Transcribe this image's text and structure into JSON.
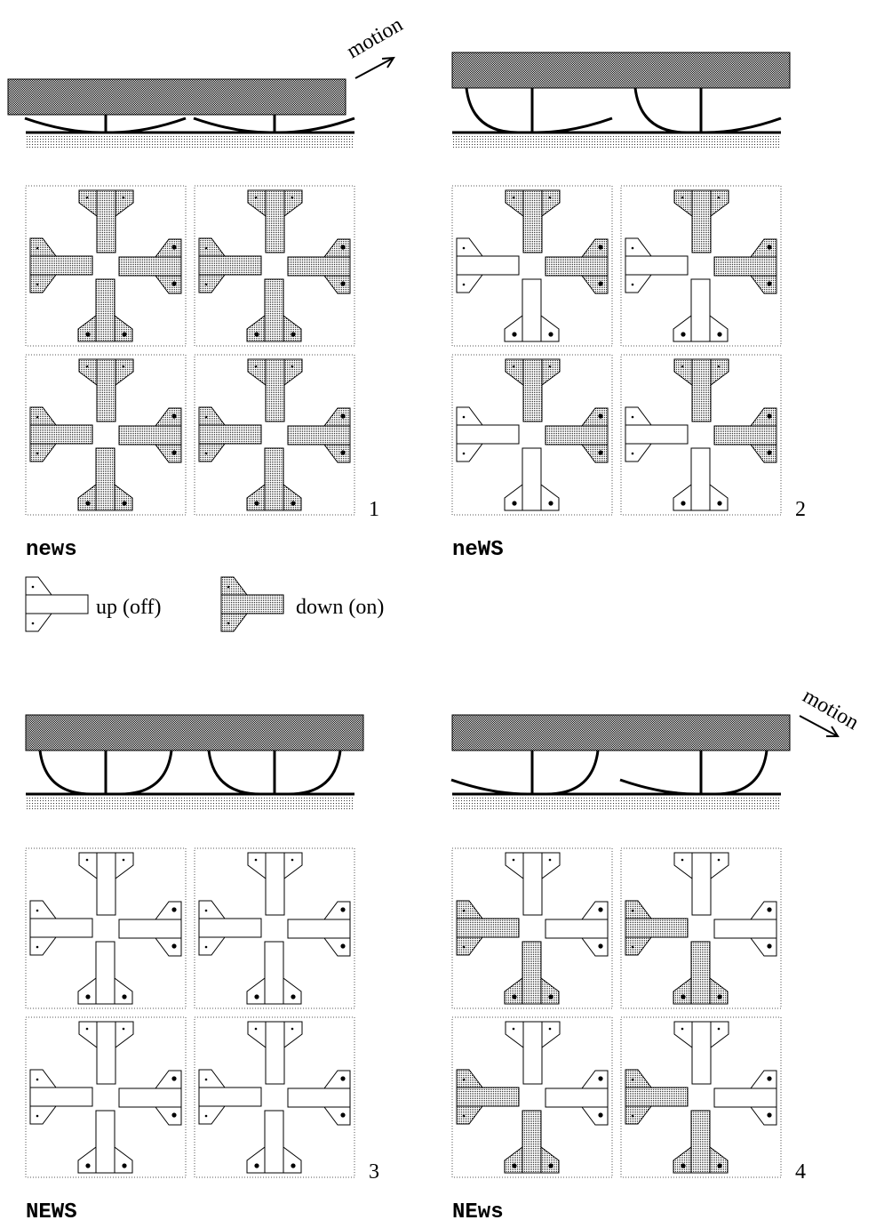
{
  "title": "Leg states of a walking platform",
  "colors": {
    "ink": "#000000",
    "cell_border": "#555555"
  },
  "motion_label": "motion",
  "legend": {
    "up_label": "up (off)",
    "down_label": "down (on)"
  },
  "panels": [
    {
      "number": "1",
      "label": "news",
      "legs": {
        "n": "down",
        "e": "down",
        "w": "down",
        "s": "down"
      },
      "motion": "up-right"
    },
    {
      "number": "2",
      "label": "neWS",
      "legs": {
        "n": "down",
        "e": "down",
        "w": "up",
        "s": "up"
      },
      "motion": null
    },
    {
      "number": "3",
      "label": "NEWS",
      "legs": {
        "n": "up",
        "e": "up",
        "w": "up",
        "s": "up"
      },
      "motion": null
    },
    {
      "number": "4",
      "label": "NEws",
      "legs": {
        "n": "up",
        "e": "up",
        "w": "down",
        "s": "down"
      },
      "motion": "down-right"
    }
  ]
}
